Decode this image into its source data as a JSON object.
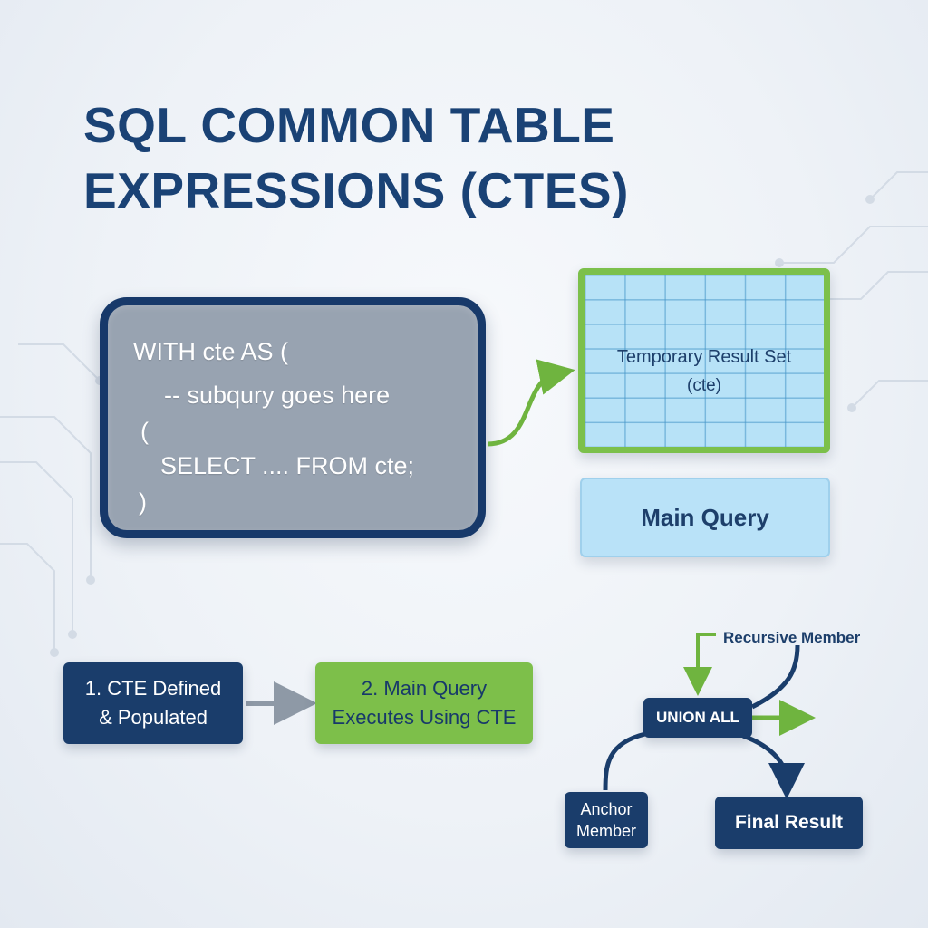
{
  "title": {
    "line1": "SQL COMMON TABLE",
    "line2": "EXPRESSIONS (CTES)"
  },
  "code": {
    "line1": "WITH cte AS (",
    "line2": "-- subqury goes here",
    "line3": "(",
    "line4": "SELECT .... FROM cte;",
    "line5": ")"
  },
  "temp_result": {
    "label": "Temporary Result Set",
    "sub": "(cte)"
  },
  "main_query": {
    "label": "Main Query"
  },
  "steps": [
    {
      "line1": "1. CTE Defined",
      "line2": "& Populated"
    },
    {
      "line1": "2. Main Query",
      "line2": "Executes Using CTE"
    }
  ],
  "recursive": {
    "recursive_member": "Recursive Member",
    "union_all": "UNION ALL",
    "anchor_line1": "Anchor",
    "anchor_line2": "Member",
    "final_result": "Final Result"
  },
  "colors": {
    "navy": "#1a3d6b",
    "green": "#7cc04b",
    "light_blue": "#b9e2f8",
    "code_gray": "#98a3b1"
  }
}
